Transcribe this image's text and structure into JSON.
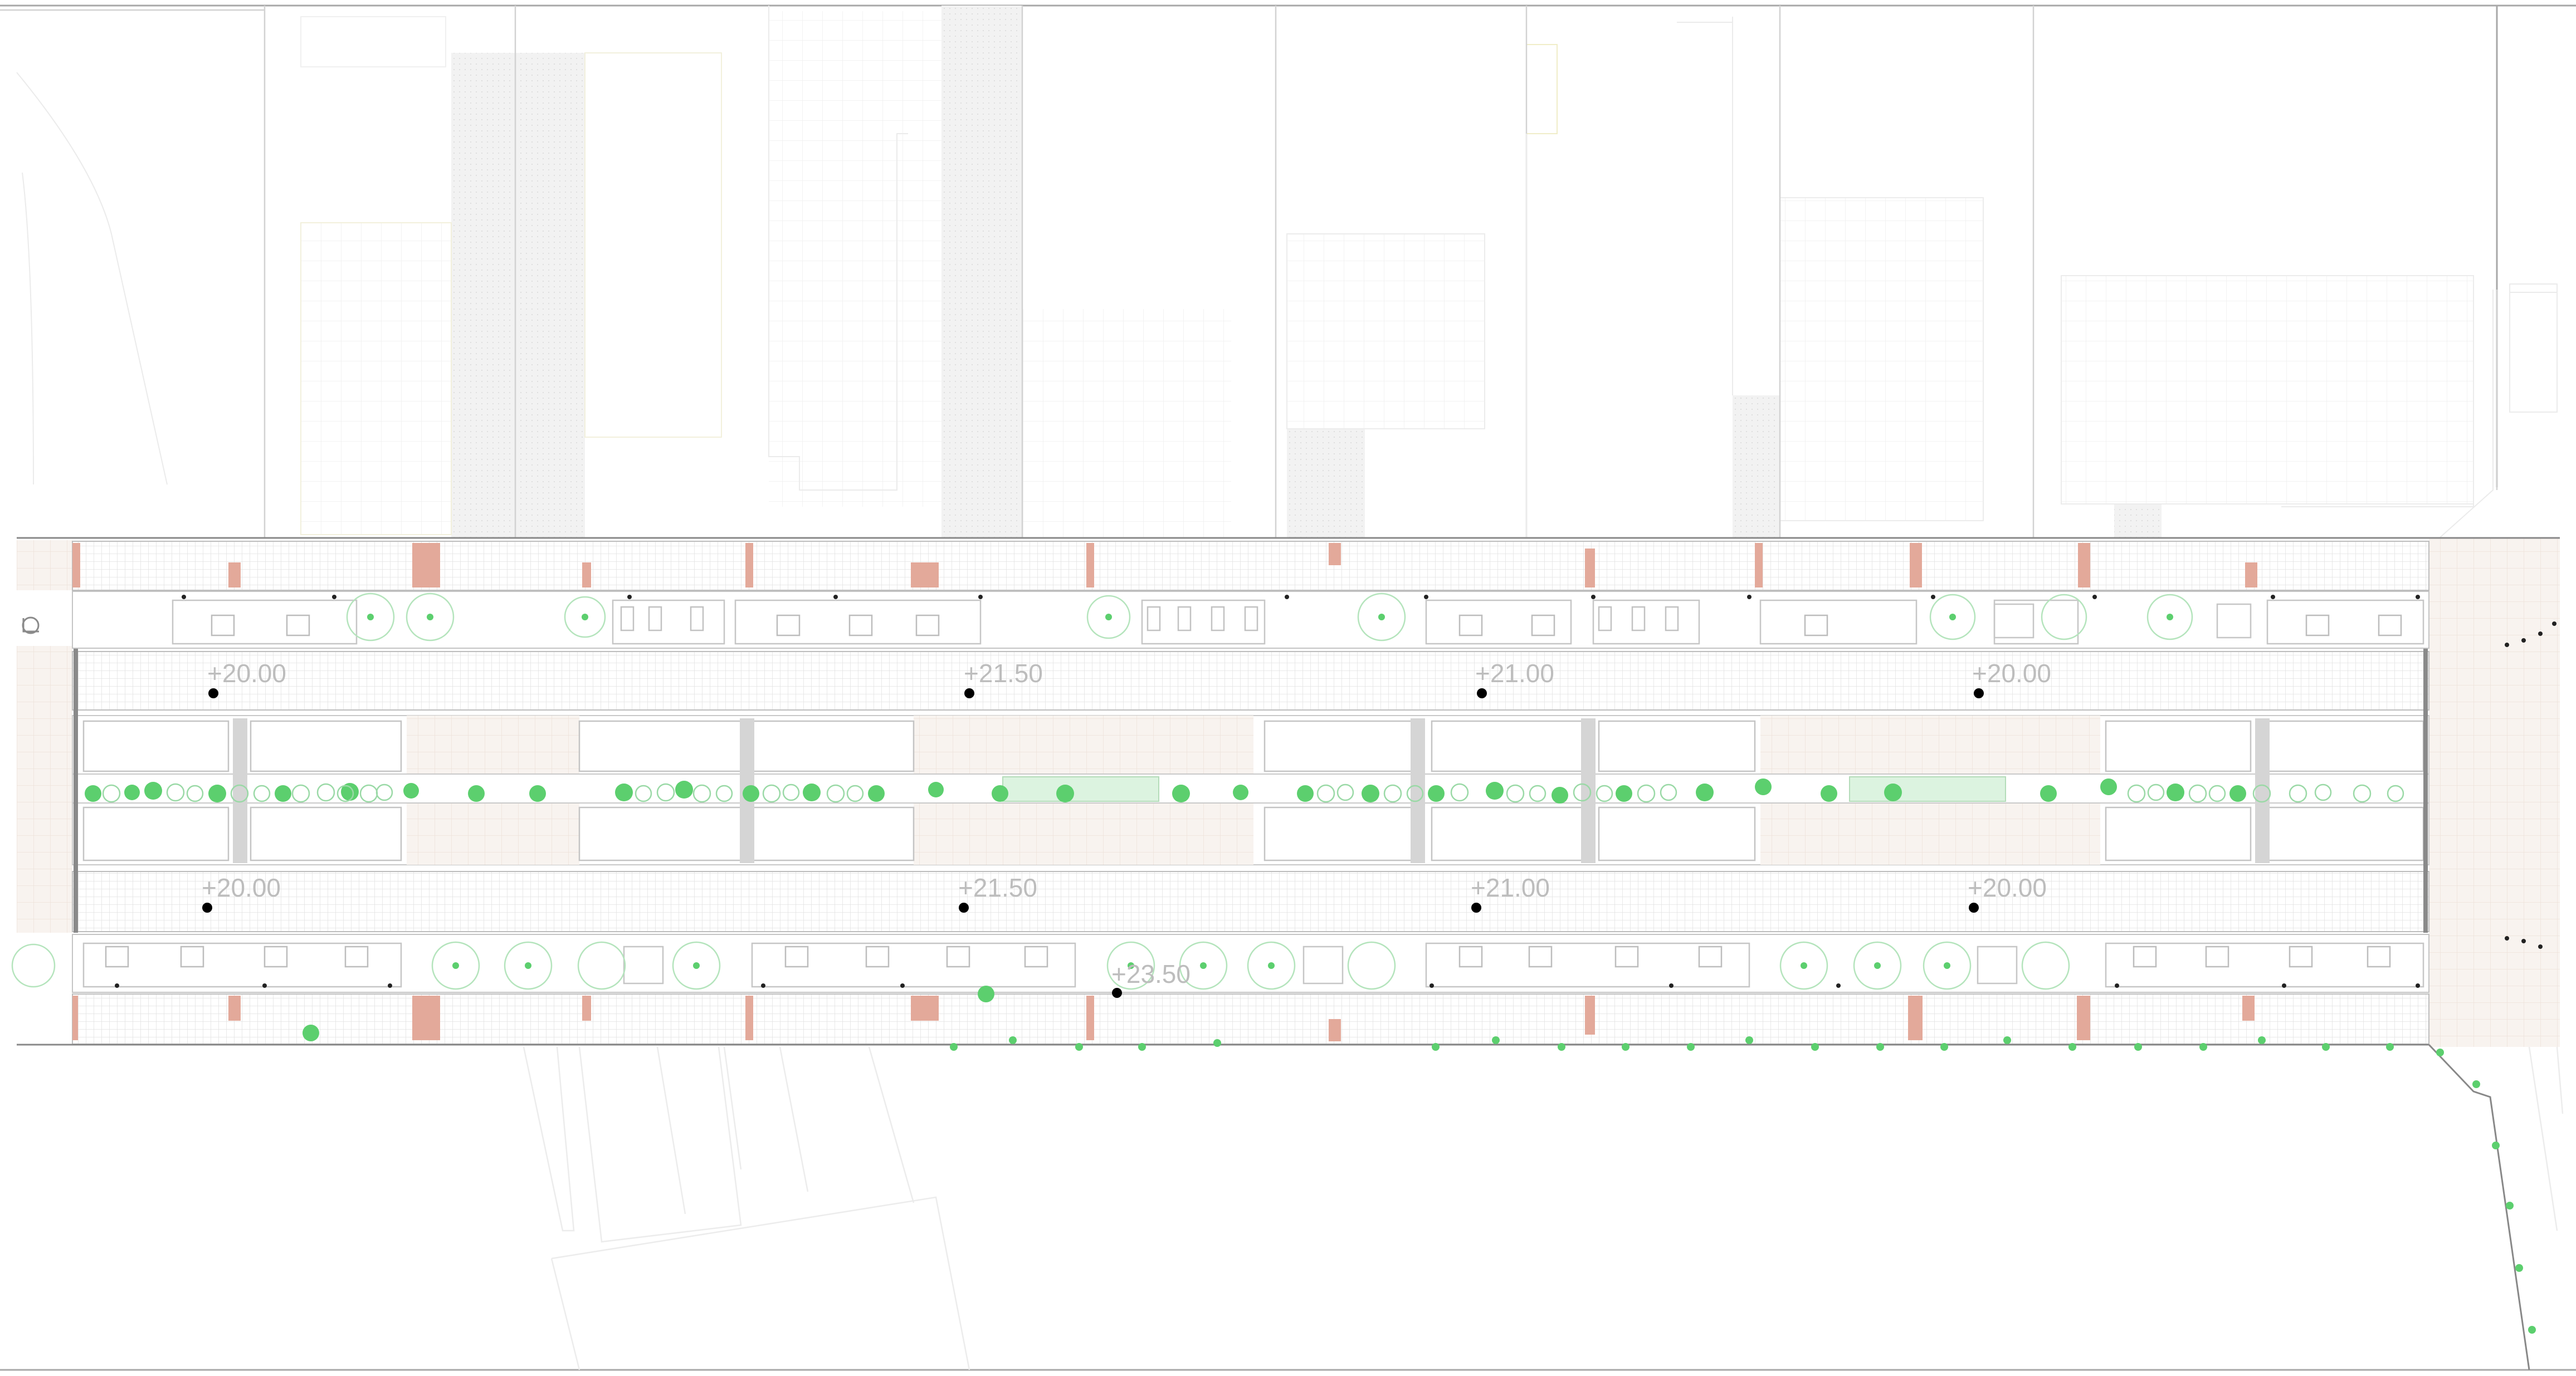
{
  "plan": {
    "levels_north": [
      "+20.00",
      "+21.50",
      "+21.00",
      "+20.00"
    ],
    "levels_south": [
      "+20.00",
      "+21.50",
      "+21.00",
      "+20.00"
    ],
    "level_southwalk": "+23.50",
    "colors": {
      "line": "#9a9a9a",
      "faint": "#dadada",
      "grid": "#e4e4e4",
      "tree": "#5ccf6e",
      "tree_light": "#b9ebc1",
      "column": "#e3a99a",
      "mark": "#000000",
      "paving": "#f7f1ec"
    }
  }
}
